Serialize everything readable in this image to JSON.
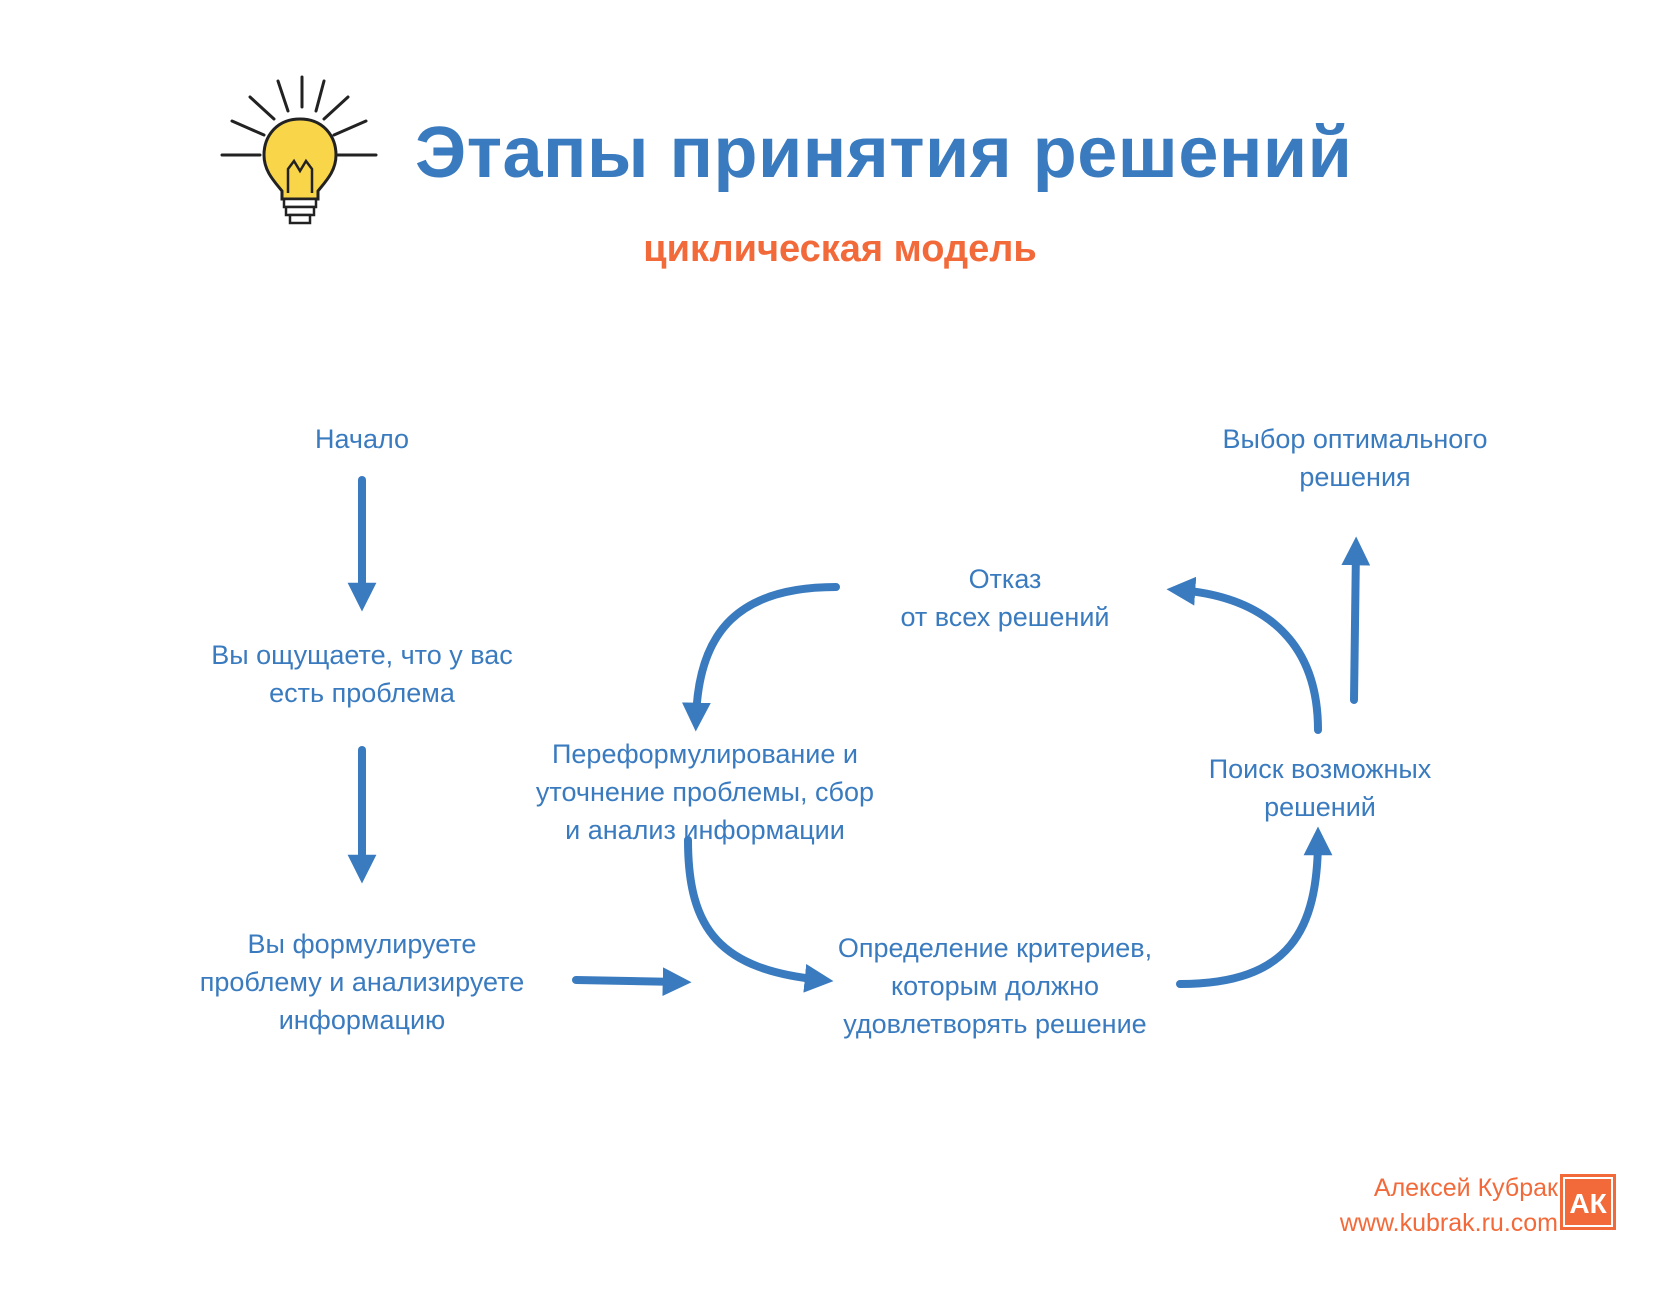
{
  "header": {
    "title": "Этапы принятия решений",
    "subtitle": "циклическая модель"
  },
  "nodes": {
    "start": [
      "Начало"
    ],
    "feel_problem": [
      "Вы ощущаете, что у вас",
      "есть проблема"
    ],
    "formulate": [
      "Вы формулируете",
      "проблему и анализируете",
      "информацию"
    ],
    "reformulate": [
      "Переформулирование и",
      "уточнение проблемы, сбор",
      "и анализ информации"
    ],
    "criteria": [
      "Определение критериев,",
      "которым должно",
      "удовлетворять решение"
    ],
    "search": [
      "Поиск возможных",
      "решений"
    ],
    "reject": [
      "Отказ",
      "от всех решений"
    ],
    "choose": [
      "Выбор оптимального",
      "решения"
    ]
  },
  "footer": {
    "author": "Алексей Кубрак",
    "site": "www.kubrak.ru.com",
    "logo_letters": "АК"
  },
  "icons": [
    "lightbulb-icon",
    "logo-icon"
  ],
  "colors": {
    "primary": "#3a7bbf",
    "accent": "#f26a3a",
    "bulb": "#f9d54a"
  }
}
